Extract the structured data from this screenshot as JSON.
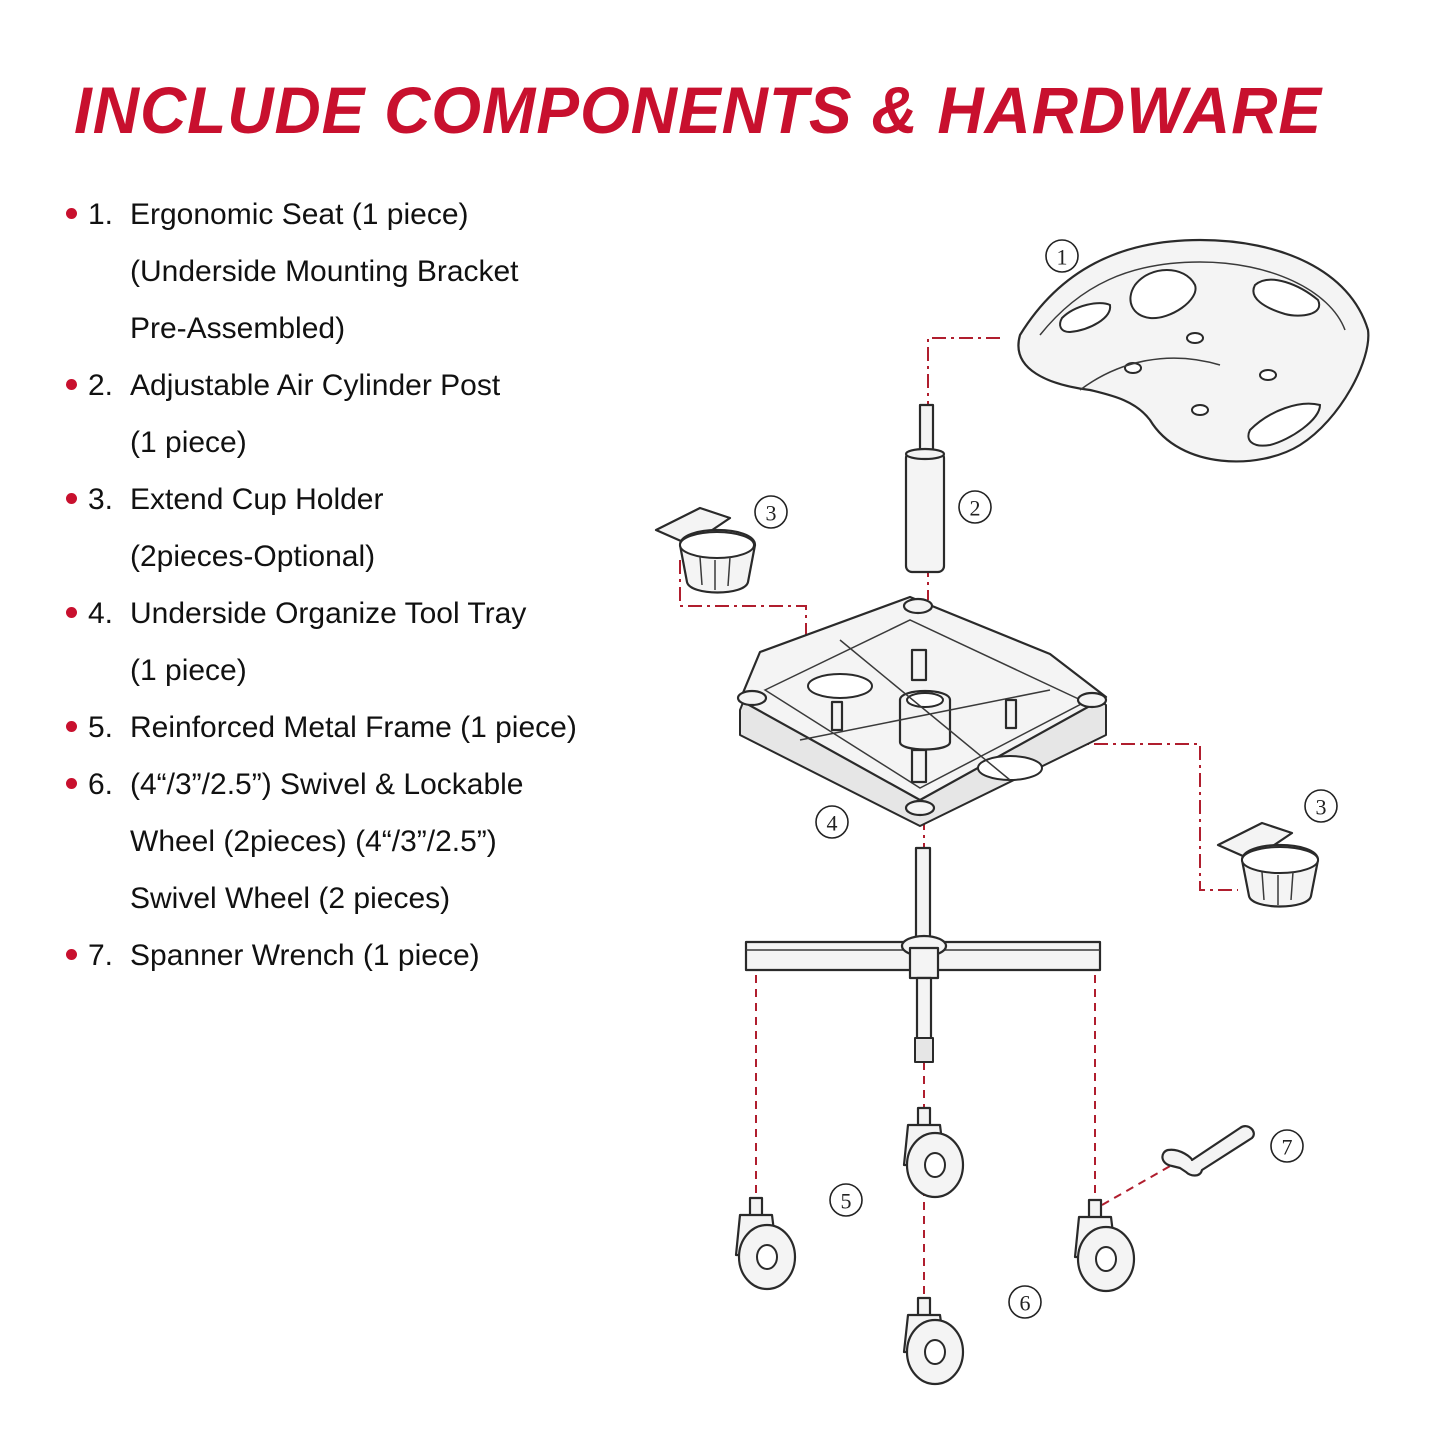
{
  "title": "INCLUDE COMPONENTS & HARDWARE",
  "accent_color": "#c8102e",
  "components": [
    {
      "number": "1.",
      "lines": [
        "Ergonomic Seat (1 piece)",
        "(Underside Mounting Bracket",
        "Pre-Assembled)"
      ]
    },
    {
      "number": "2.",
      "lines": [
        "Adjustable Air Cylinder Post",
        "(1 piece)"
      ]
    },
    {
      "number": "3.",
      "lines": [
        "Extend Cup Holder",
        "(2pieces-Optional)"
      ]
    },
    {
      "number": "4.",
      "lines": [
        "Underside Organize Tool Tray",
        "(1 piece)"
      ]
    },
    {
      "number": "5.",
      "lines": [
        "Reinforced Metal Frame (1 piece)"
      ]
    },
    {
      "number": "6.",
      "lines": [
        "(4“/3”/2.5”) Swivel & Lockable",
        "Wheel (2pieces) (4“/3”/2.5”)",
        "Swivel Wheel (2 pieces)"
      ]
    },
    {
      "number": "7.",
      "lines": [
        "Spanner Wrench (1 piece)"
      ]
    }
  ],
  "callouts": {
    "seat": "1",
    "post": "2",
    "cup_holder_left": "3",
    "cup_holder_right": "3",
    "tray": "4",
    "frame": "5",
    "wheels": "6",
    "wrench": "7"
  }
}
